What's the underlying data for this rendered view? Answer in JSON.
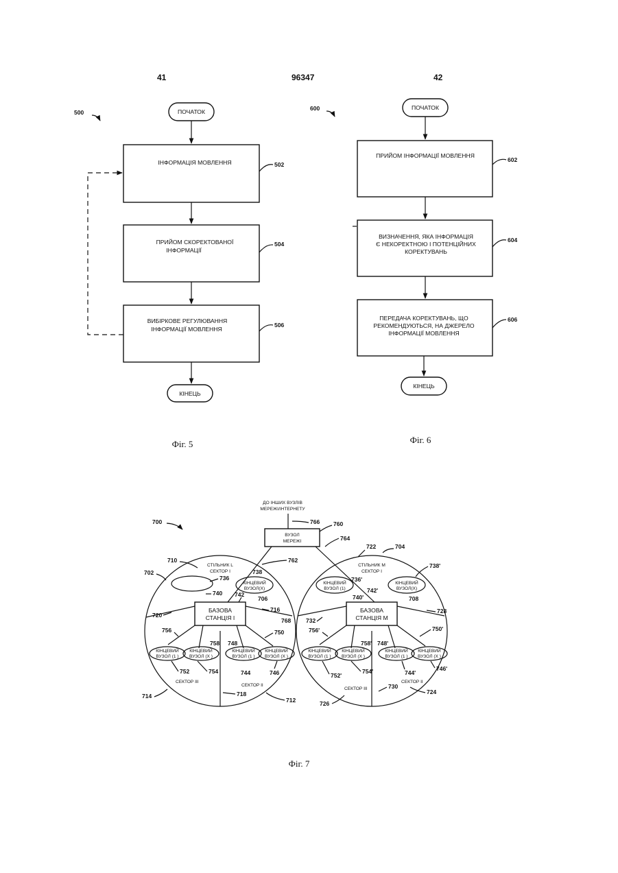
{
  "header": {
    "left_page": "41",
    "patent_number": "96347",
    "right_page": "42"
  },
  "fig5": {
    "ref": "500",
    "start": "ПОЧАТОК",
    "steps": [
      {
        "label": "ІНФОРМАЦІЯ МОВЛЕННЯ",
        "ref": "502"
      },
      {
        "label": "ПРИЙОМ СКОРЕКТОВАНОЇ",
        "label2": "ІНФОРМАЦІЇ",
        "ref": "504"
      },
      {
        "label": "ВИБІРКОВЕ РЕГУЛЮВАННЯ",
        "label2": "ІНФОРМАЦІЇ МОВЛЕННЯ",
        "ref": "506"
      }
    ],
    "end": "КІНЕЦЬ",
    "caption": "Фіг. 5"
  },
  "fig6": {
    "ref": "600",
    "start": "ПОЧАТОК",
    "steps": [
      {
        "label": "ПРИЙОМ ІНФОРМАЦІЇ МОВЛЕННЯ",
        "ref": "602"
      },
      {
        "label": "ВИЗНАЧЕННЯ, ЯКА ІНФОРМАЦІЯ",
        "label2": "Є НЕКОРЕКТНОЮ І ПОТЕНЦІЙНИХ",
        "label3": "КОРЕКТУВАНЬ",
        "ref": "604"
      },
      {
        "label": "ПЕРЕДАЧА КОРЕКТУВАНЬ, ЩО",
        "label2": "РЕКОМЕНДУЮТЬСЯ, НА ДЖЕРЕЛО",
        "label3": "ІНФОРМАЦІЇ МОВЛЕННЯ",
        "ref": "606"
      }
    ],
    "end": "КІНЕЦЬ",
    "caption": "Фіг. 6"
  },
  "fig7": {
    "ref": "700",
    "top_note": "ДО ІНШИХ ВУЗЛІВ",
    "top_note2": "МЕРЕЖІ/ІНТЕРНЕТУ",
    "network_node": "ВУЗОЛ",
    "network_node2": "МЕРЕЖІ",
    "cell_left": "СТІЛЬНИК L",
    "cell_left_sector": "СЕКТОР І",
    "cell_right": "СТІЛЬНИК М",
    "cell_right_sector": "СЕКТОР І",
    "bs_left": "БАЗОВА",
    "bs_left2": "СТАНЦІЯ І",
    "bs_right": "БАЗОВА",
    "bs_right2": "СТАНЦІЯ М",
    "end_node": "КІНЦЕВИЙ",
    "node_x": "ВУЗОЛ(X)",
    "node_1": "ВУЗОЛ (1)",
    "node_1s": "ВУЗОЛ (1 )",
    "node_xs": "ВУЗОЛ (X )",
    "sector2": "СЕКТОР II",
    "sector3": "СЕКТОР III",
    "refs": {
      "r766": "766",
      "r760": "760",
      "r764": "764",
      "r762": "762",
      "r710": "710",
      "r702": "702",
      "r738": "738",
      "r736": "736",
      "r742": "742",
      "r740": "740",
      "r706": "706",
      "r716": "716",
      "r720": "720",
      "r768": "768",
      "r756": "756",
      "r758": "758",
      "r748": "748",
      "r750": "750",
      "r752": "752",
      "r754": "754",
      "r744": "744",
      "r746": "746",
      "r714": "714",
      "r718": "718",
      "r712": "712",
      "r722": "722",
      "r704": "704",
      "r738p": "738'",
      "r736p": "736'",
      "r742p": "742'",
      "r740p": "740'",
      "r708": "708",
      "r728": "728",
      "r732": "732",
      "r756p": "756'",
      "r758p": "758'",
      "r748p": "748'",
      "r750p": "750'",
      "r752p": "752'",
      "r754p": "754'",
      "r744p": "744'",
      "r746p": "746'",
      "r726": "726",
      "r730": "730",
      "r724": "724"
    },
    "caption": "Фіг. 7"
  }
}
